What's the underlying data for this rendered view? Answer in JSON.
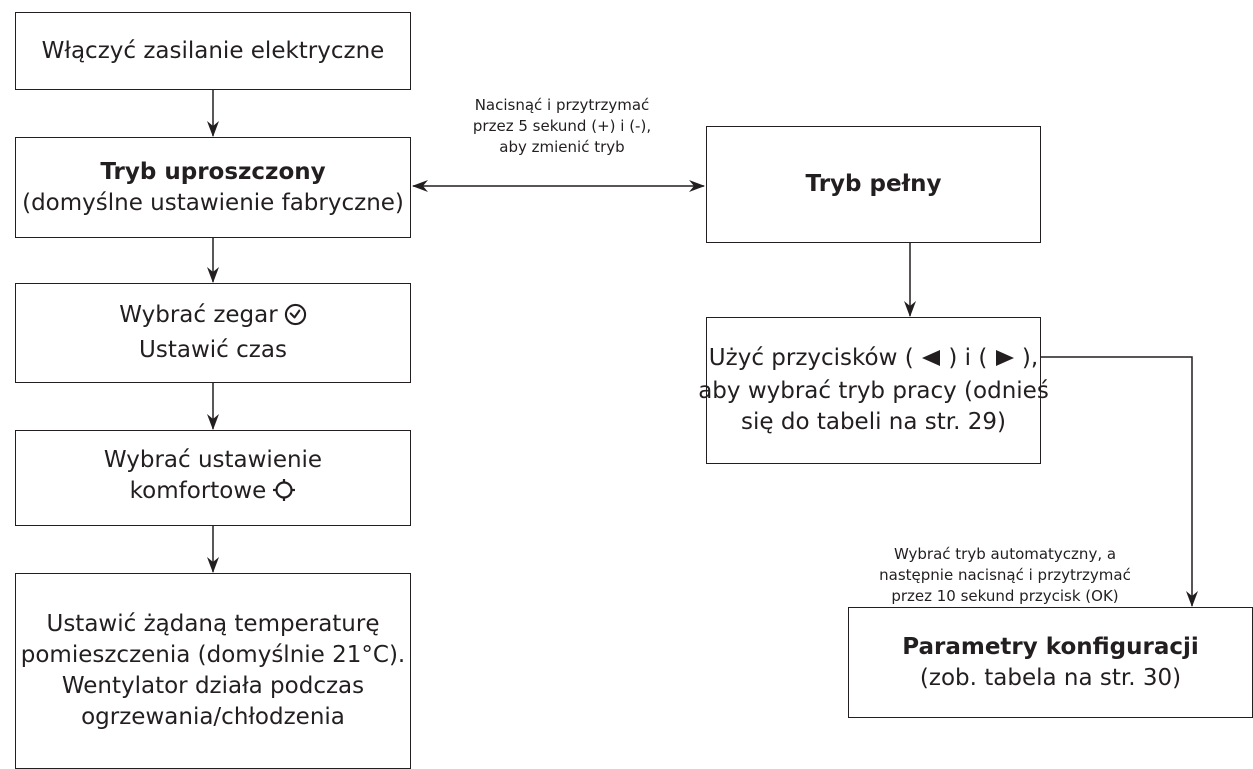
{
  "nodes": {
    "power_on": {
      "text": "Włączyć zasilanie elektryczne"
    },
    "simple_mode": {
      "title": "Tryb uproszczony",
      "subtitle": "(domyślne ustawienie fabryczne)"
    },
    "select_clock": {
      "line1": "Wybrać zegar",
      "line2": "Ustawić czas",
      "icon": "clock-icon"
    },
    "comfort_setting": {
      "line1": "Wybrać ustawienie",
      "line2": "komfortowe",
      "icon": "sun-icon"
    },
    "set_temperature": {
      "lines": [
        "Ustawić żądaną temperaturę",
        "pomieszczenia (domyślnie 21°C).",
        "Wentylator działa podczas",
        "ogrzewania/chłodzenia"
      ]
    },
    "full_mode": {
      "title": "Tryb pełny"
    },
    "use_buttons": {
      "line1_before": "Użyć przycisków (",
      "line1_middle": ") i (",
      "line1_after": "),",
      "line2": "aby wybrać tryb pracy (odnieś",
      "line3": "się do tabeli na str. 29)",
      "left_icon": "left-triangle-icon",
      "right_icon": "right-triangle-icon"
    },
    "config_params": {
      "title": "Parametry konfiguracji",
      "subtitle": "(zob. tabela na str. 30)"
    }
  },
  "edges": {
    "mode_switch_note": {
      "lines": [
        "Nacisnąć i przytrzymać",
        "przez 5 sekund (+) i (-),",
        "aby zmienić tryb"
      ]
    },
    "auto_mode_note": {
      "lines": [
        "Wybrać tryb automatyczny, a",
        "następnie nacisnąć i przytrzymać",
        "przez 10 sekund przycisk (OK)"
      ]
    }
  },
  "colors": {
    "line": "#231f20",
    "text": "#231f20",
    "background": "#ffffff"
  }
}
